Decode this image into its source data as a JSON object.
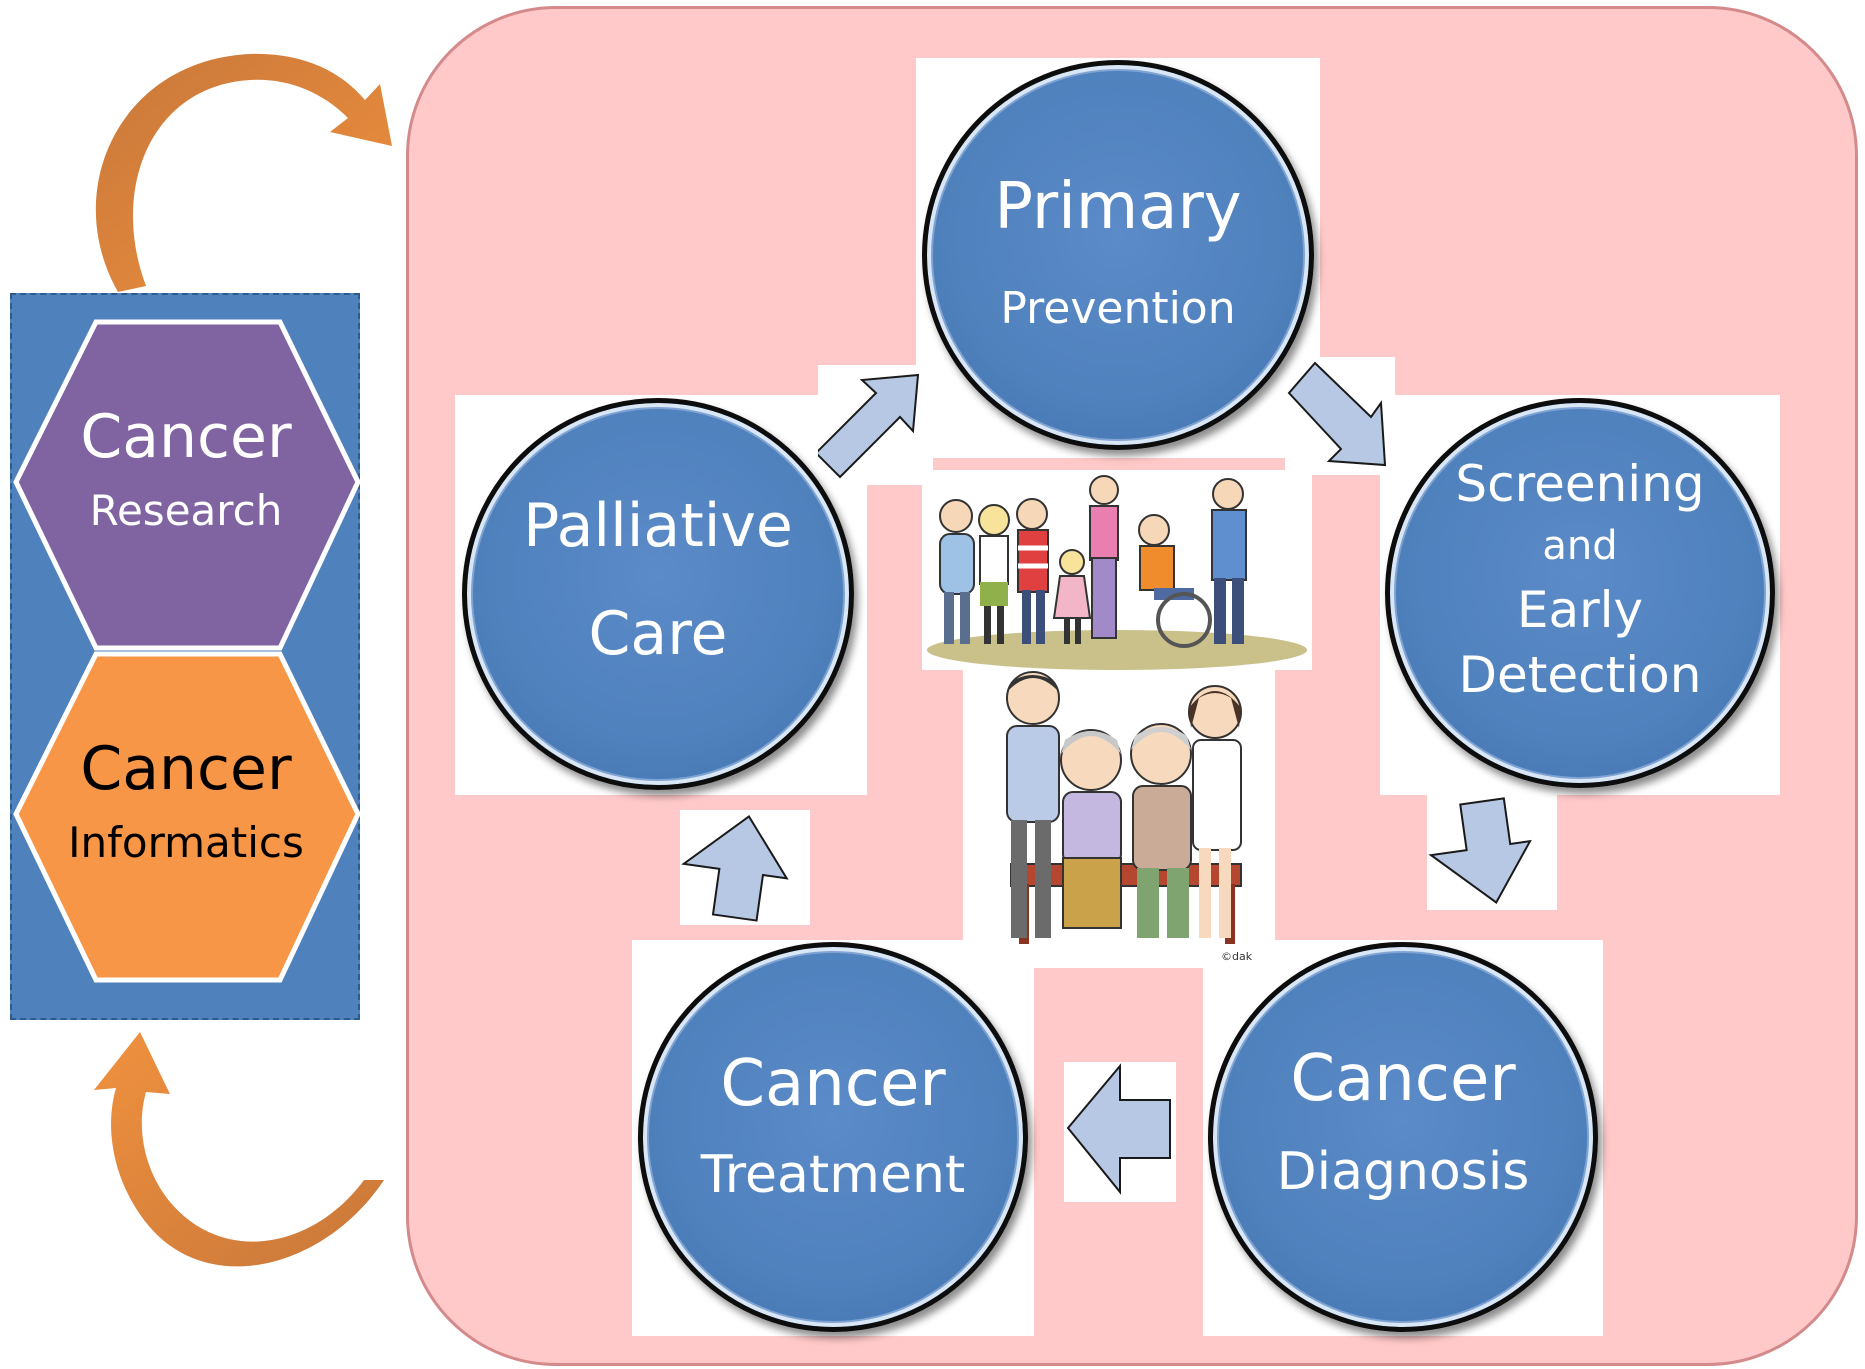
{
  "colors": {
    "panel_fill": "#ffc9c9",
    "panel_border": "#d48a8a",
    "circle_fill": "#4f81bd",
    "side_panel": "#4f81bd",
    "hex_research": "#8064a2",
    "hex_informatics": "#f79646",
    "loop_arrow": "#e8893a",
    "block_arrow": "#b6c8e3"
  },
  "side": {
    "research": {
      "title": "Cancer",
      "subtitle": "Research"
    },
    "informatics": {
      "title": "Cancer",
      "subtitle": "Informatics"
    }
  },
  "stages": {
    "primary": {
      "line1": "Primary",
      "line2": "Prevention"
    },
    "screening": {
      "line1": "Screening",
      "line2": "and",
      "line3": "Early",
      "line4": "Detection"
    },
    "diagnosis": {
      "line1": "Cancer",
      "line2": "Diagnosis"
    },
    "treatment": {
      "line1": "Cancer",
      "line2": "Treatment"
    },
    "palliative": {
      "line1": "Palliative",
      "line2": "Care"
    }
  },
  "illustration": {
    "credit": "©dak"
  },
  "icons": {
    "loop_top": "curved-arrow-icon",
    "loop_bottom": "curved-arrow-icon",
    "block_arrows": "block-arrow-icon",
    "people": "people-group-icon",
    "elderly": "elderly-group-icon"
  }
}
